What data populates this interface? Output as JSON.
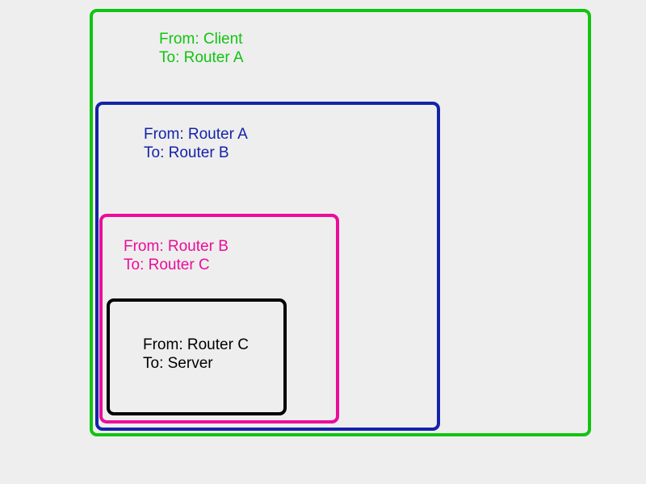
{
  "layers": [
    {
      "from": "From: Client",
      "to": "To: Router A",
      "color": "#11c411"
    },
    {
      "from": "From: Router A",
      "to": "To: Router B",
      "color": "#1423a8"
    },
    {
      "from": "From: Router B",
      "to": "To: Router C",
      "color": "#ec0c9a"
    },
    {
      "from": "From: Router C",
      "to": "To: Server",
      "color": "#000000"
    }
  ]
}
